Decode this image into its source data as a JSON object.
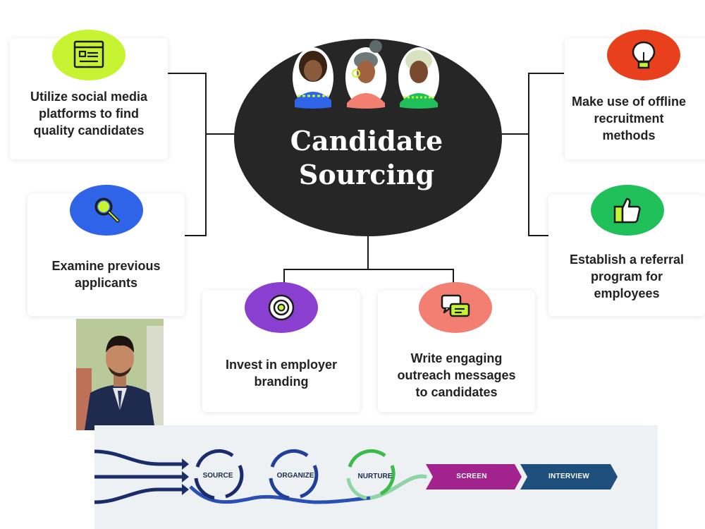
{
  "hub": {
    "title": "Candidate\nSourcing"
  },
  "cards": {
    "social_media": {
      "text": "Utilize social media\nplatforms to find\nquality candidates",
      "pill_color": "#c6f432",
      "icon": "browser-window-icon"
    },
    "previous_applicants": {
      "text": "Examine previous\napplicants",
      "pill_color": "#2f63e8",
      "icon": "magnifier-icon"
    },
    "employer_branding": {
      "text": "Invest in employer\nbranding",
      "pill_color": "#8b3fd1",
      "icon": "target-icon"
    },
    "outreach_messages": {
      "text": "Write engaging\noutreach messages\nto candidates",
      "pill_color": "#f27f72",
      "icon": "chat-bubbles-icon"
    },
    "offline_recruitment": {
      "text": "Make use of offline\nrecruitment\nmethods",
      "pill_color": "#e8401c",
      "icon": "lightbulb-icon"
    },
    "referral_program": {
      "text": "Establish a referral\nprogram for\nemployees",
      "pill_color": "#1fc05a",
      "icon": "thumbs-up-icon"
    }
  },
  "colors": {
    "hub": "#262626",
    "connector": "#1a1a1a",
    "accent_green": "#c6f432"
  },
  "flow": {
    "steps": [
      "SOURCE",
      "ORGANIZE",
      "NURTURE"
    ],
    "stages": [
      "SCREEN",
      "INTERVIEW"
    ],
    "colors": {
      "navy": "#1b2c6b",
      "blue": "#2a4fb5",
      "green": "#3dbb4a",
      "screen": "#a3238e",
      "interview": "#1e4f7d"
    }
  }
}
